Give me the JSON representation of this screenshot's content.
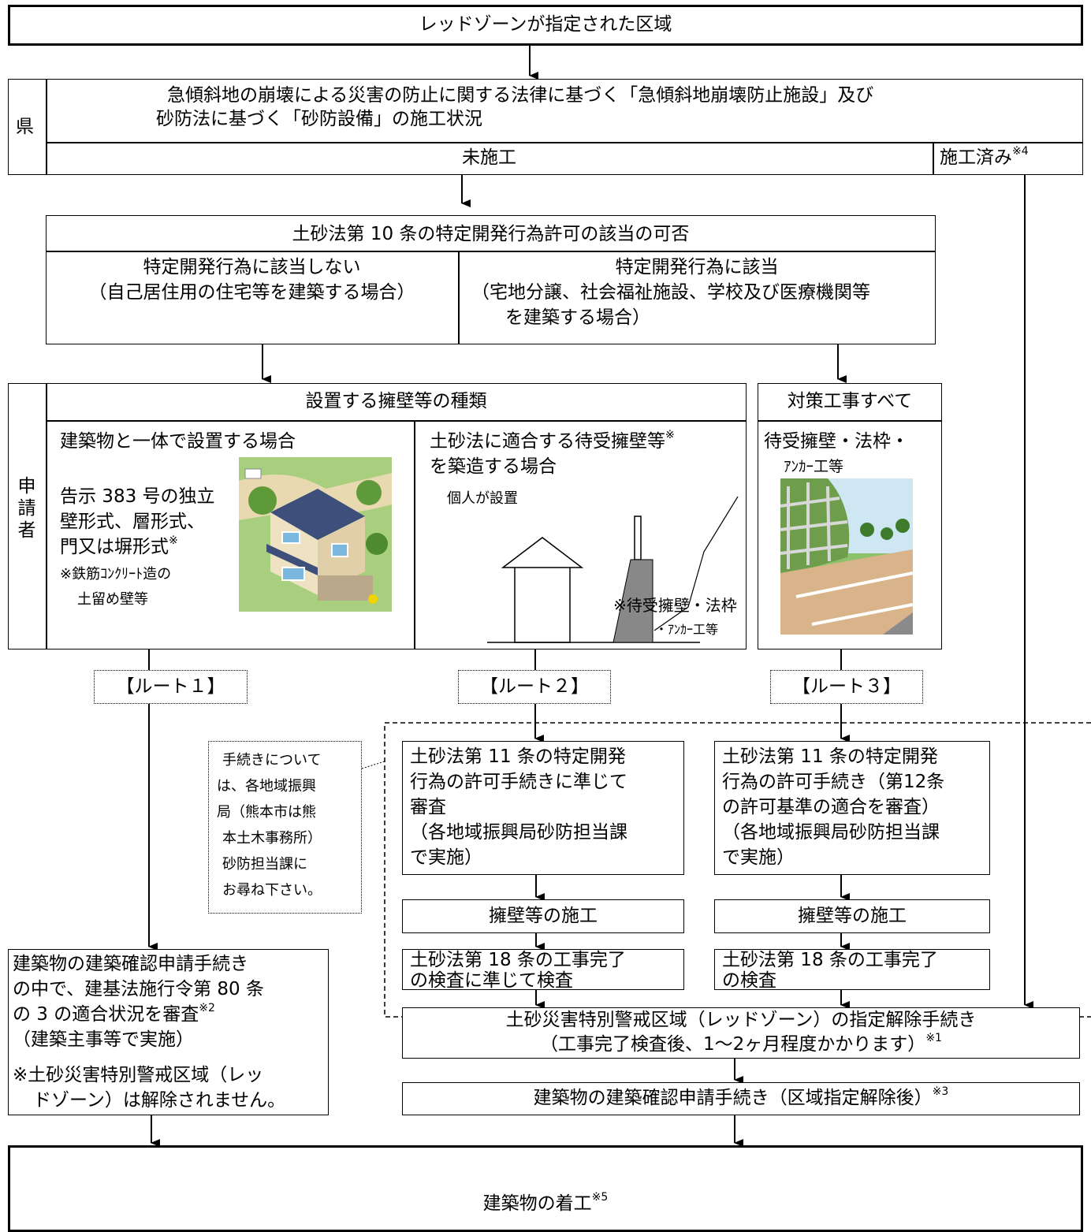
{
  "top": {
    "label": "レッドゾーンが指定された区域"
  },
  "pref": {
    "side_label": "県",
    "header_line1": "急傾斜地の崩壊による災害の防止に関する法律に基づく「急傾斜地崩壊防止施設」及び",
    "header_line2": "砂防法に基づく「砂防設備」の施工状況",
    "not_done": "未施工",
    "done": "施工済み",
    "done_note": "※4"
  },
  "decision": {
    "title": "土砂法第 10 条の特定開発行為許可の該当の可否",
    "left_title": "特定開発行為に該当しない",
    "left_sub": "（自己居住用の住宅等を建築する場合）",
    "right_title": "特定開発行為に該当",
    "right_sub1": "（宅地分譲、社会福祉施設、学校及び医療機関等",
    "right_sub2": "を建築する場合）"
  },
  "applicant": {
    "side_label": [
      "申",
      "請",
      "者"
    ],
    "wall_types_title": "設置する擁壁等の種類",
    "c1_title": "建築物と一体で設置する場合",
    "c1_line1": "告示 383 号の独立",
    "c1_line2": "壁形式、層形式、",
    "c1_line3": "門又は塀形式",
    "c1_note_mark": "※",
    "c1_note1": "※鉄筋ｺﾝｸﾘｰﾄ造の",
    "c1_note2": "土留め壁等",
    "c2_title1": "土砂法に適合する待受擁壁等",
    "c2_title_mark": "※",
    "c2_title2": "を築造する場合",
    "c2_sub": "個人が設置",
    "c2_note1": "※待受擁壁・法枠",
    "c2_note2": "・ｱﾝｶｰ工等",
    "c3_title": "対策工事すべて",
    "c3_line1": "待受擁壁・法枠・",
    "c3_line2": "ｱﾝｶｰ工等"
  },
  "routes": [
    "【ルート１】",
    "【ルート２】",
    "【ルート３】"
  ],
  "callout": [
    "手続きについて",
    "は、各地域振興",
    "局（熊本市は熊",
    "本土木事務所）",
    "砂防担当課に",
    "お尋ね下さい。"
  ],
  "route2": {
    "review": [
      "土砂法第 11 条の特定開発",
      "行為の許可手続きに準じて",
      "審査",
      "（各地域振興局砂防担当課",
      "で実施）"
    ],
    "construct": "擁壁等の施工",
    "inspect": [
      "土砂法第 18 条の工事完了",
      "の検査に準じて検査"
    ]
  },
  "route3": {
    "review": [
      "土砂法第 11 条の特定開発",
      "行為の許可手続き（第12条",
      "の許可基準の適合を審査）",
      "（各地域振興局砂防担当課",
      "で実施）"
    ],
    "construct": "擁壁等の施工",
    "inspect": [
      "土砂法第 18 条の工事完了",
      "の検査"
    ]
  },
  "route1": {
    "review": [
      "建築物の建築確認申請手続き",
      "の中で、建基法施行令第 80 条",
      "の 3 の適合状況を審査"
    ],
    "review_mark": "※2",
    "review_sub": "（建築主事等で実施）",
    "note": [
      "※土砂災害特別警戒区域（レッ",
      "ドゾーン）は解除されません。"
    ]
  },
  "release": {
    "line1": "土砂災害特別警戒区域（レッドゾーン）の指定解除手続き",
    "line2": "（工事完了検査後、1～2ヶ月程度かかります）",
    "mark": "※1"
  },
  "confirm": {
    "label": "建築物の建築確認申請手続き（区域指定解除後）",
    "mark": "※3"
  },
  "bottom": {
    "label": "建築物の着工",
    "mark": "※5"
  }
}
